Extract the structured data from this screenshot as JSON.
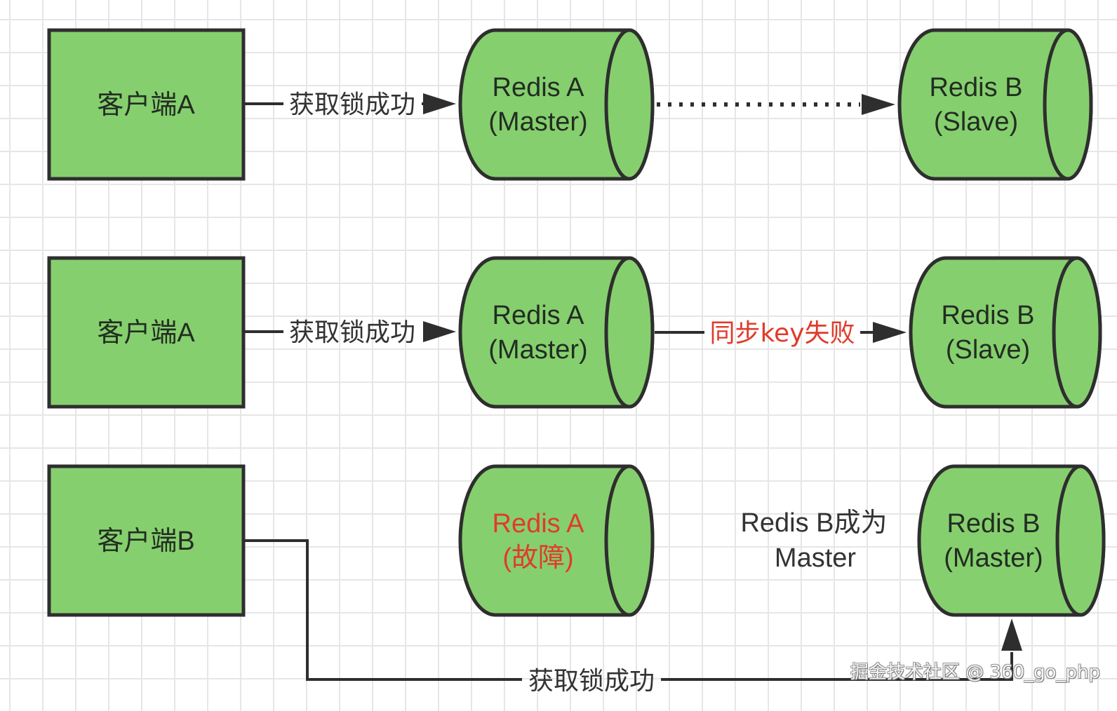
{
  "colors": {
    "node_fill": "#86cf6e",
    "node_stroke": "#2e2e2e",
    "edge": "#2e2e2e",
    "text": "#222d22",
    "alert": "#e03b2a"
  },
  "rows": [
    {
      "client": "客户端A",
      "client_edge_label": "获取锁成功",
      "master": {
        "line1": "Redis A",
        "line2": "(Master)"
      },
      "sync_edge": {
        "style": "dotted",
        "label": ""
      },
      "slave": {
        "line1": "Redis B",
        "line2": "(Slave)"
      }
    },
    {
      "client": "客户端A",
      "client_edge_label": "获取锁成功",
      "master": {
        "line1": "Redis A",
        "line2": "(Master)"
      },
      "sync_edge": {
        "style": "solid",
        "label": "同步key失败"
      },
      "slave": {
        "line1": "Redis B",
        "line2": "(Slave)"
      }
    },
    {
      "client": "客户端B",
      "client_edge_label": "获取锁成功",
      "master": {
        "line1": "Redis A",
        "line2": "(故障)"
      },
      "failover_note": {
        "line1": "Redis B成为",
        "line2": "Master"
      },
      "slave": {
        "line1": "Redis B",
        "line2": "(Master)"
      }
    }
  ],
  "watermark": "掘金技术社区 @ 360_go_php"
}
